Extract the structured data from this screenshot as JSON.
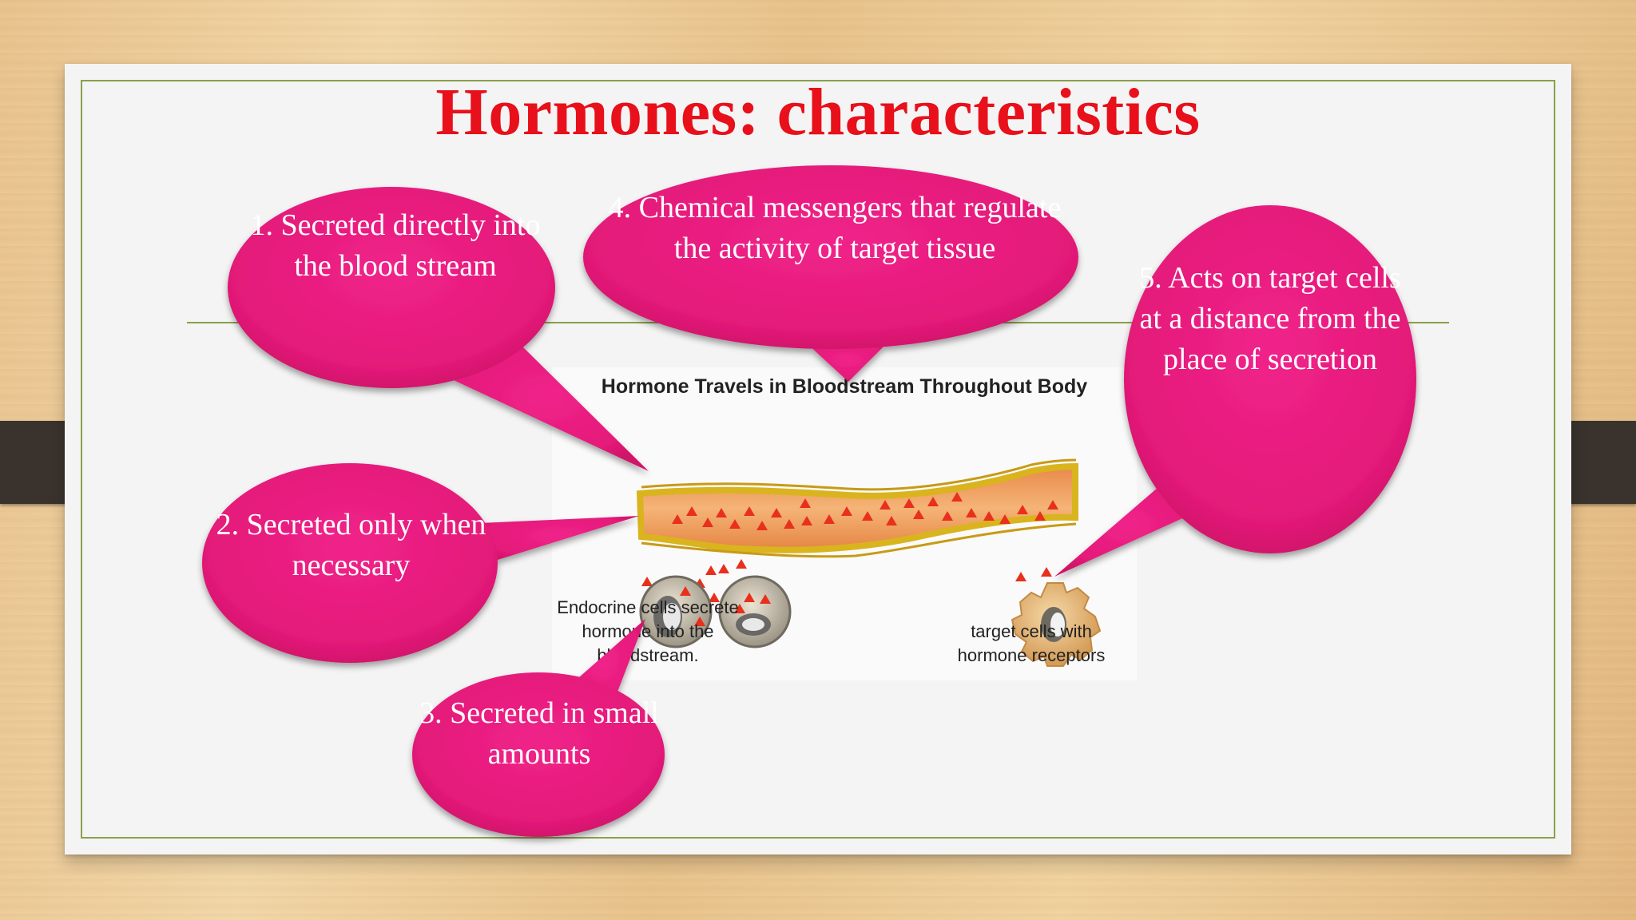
{
  "slide": {
    "title": "Hormones: characteristics"
  },
  "diagram": {
    "title": "Hormone Travels in Bloodstream Throughout Body",
    "caption_endocrine": "Endocrine cells secrete hormone into the bloodstream.",
    "caption_target": "target cells with hormone receptors"
  },
  "callouts": [
    {
      "text": "1. Secreted directly into the blood stream"
    },
    {
      "text": "2. Secreted only when necessary"
    },
    {
      "text": "3. Secreted in small amounts"
    },
    {
      "text": "4. Chemical messengers that regulate the activity of target tissue"
    },
    {
      "text": "5. Acts on target cells at a distance from the place of secretion"
    }
  ],
  "colors": {
    "title": "#e8101a",
    "callout_fill": "#ea1b7d",
    "frame_line": "#8aa04a",
    "vessel_fill": "#f0a45c",
    "vessel_wall": "#d9b41e",
    "hormone": "#e8301c",
    "target_cell": "#e0b06e"
  }
}
